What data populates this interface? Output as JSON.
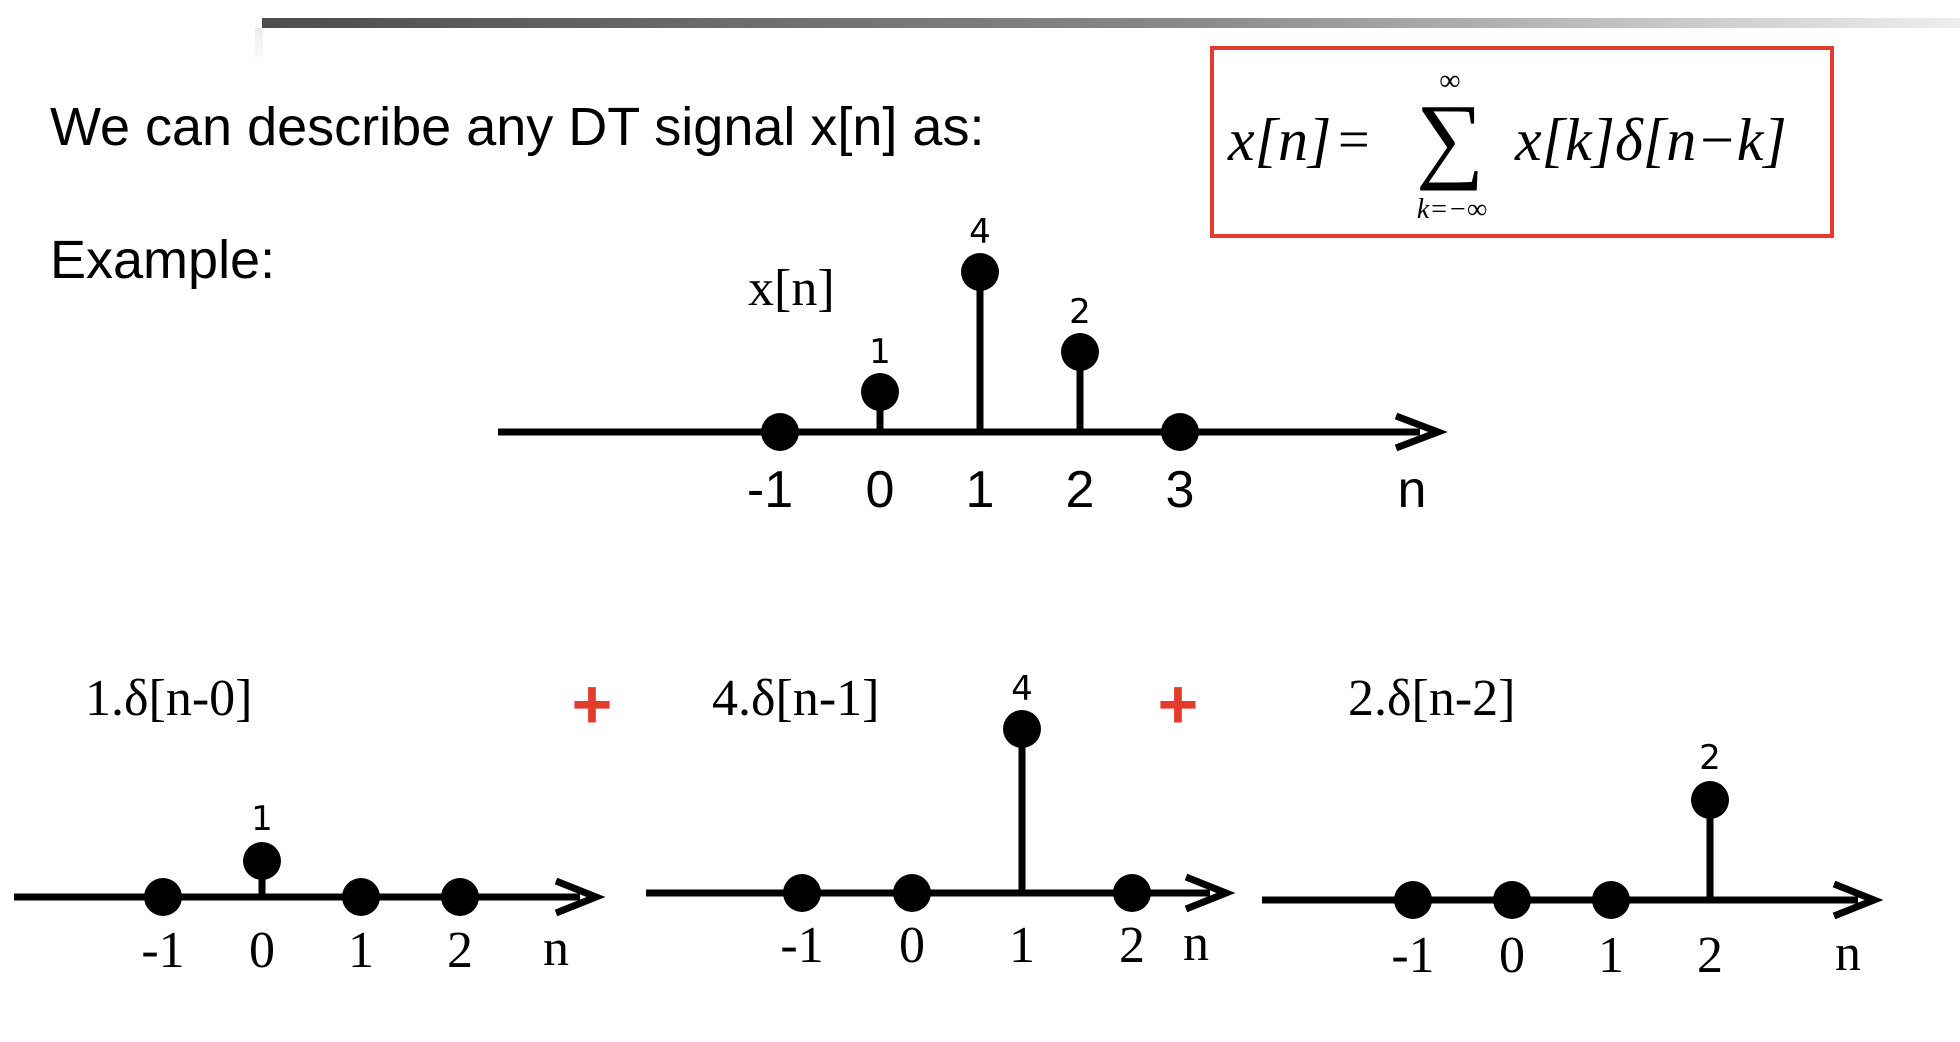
{
  "slide": {
    "intro_text": "We can describe any DT signal x[n] as:",
    "example_label": "Example:",
    "formula": {
      "lhs": "x[n]",
      "equals": "=",
      "sum_symbol": "∑",
      "upper_limit": "∞",
      "lower_limit": "k=−∞",
      "summand": "x[k]δ[n−k]"
    },
    "colors": {
      "text": "#000000",
      "formula_box_border": "#e33b2e",
      "plus": "#e33b2e",
      "rule_dark": "#6b6b6b",
      "rule_light": "#e0e0e0"
    }
  },
  "plots": {
    "main": {
      "title": "x[n]",
      "axis_label": "n",
      "ticks": [
        "-1",
        "0",
        "1",
        "2",
        "3"
      ],
      "points": [
        {
          "n": -1,
          "value": 0,
          "label": ""
        },
        {
          "n": 0,
          "value": 1,
          "label": "1"
        },
        {
          "n": 1,
          "value": 4,
          "label": "4"
        },
        {
          "n": 2,
          "value": 2,
          "label": "2"
        },
        {
          "n": 3,
          "value": 0,
          "label": ""
        }
      ]
    },
    "sub": [
      {
        "title": "1.δ[n-0]",
        "axis_label": "n",
        "ticks": [
          "-1",
          "0",
          "1",
          "2"
        ],
        "points": [
          {
            "n": -1,
            "value": 0,
            "label": ""
          },
          {
            "n": 0,
            "value": 1,
            "label": "1"
          },
          {
            "n": 1,
            "value": 0,
            "label": ""
          },
          {
            "n": 2,
            "value": 0,
            "label": ""
          }
        ]
      },
      {
        "title": "4.δ[n-1]",
        "axis_label": "n",
        "ticks": [
          "-1",
          "0",
          "1",
          "2"
        ],
        "points": [
          {
            "n": -1,
            "value": 0,
            "label": ""
          },
          {
            "n": 0,
            "value": 0,
            "label": ""
          },
          {
            "n": 1,
            "value": 4,
            "label": "4"
          },
          {
            "n": 2,
            "value": 0,
            "label": ""
          }
        ]
      },
      {
        "title": "2.δ[n-2]",
        "axis_label": "n",
        "ticks": [
          "-1",
          "0",
          "1",
          "2"
        ],
        "points": [
          {
            "n": -1,
            "value": 0,
            "label": ""
          },
          {
            "n": 0,
            "value": 0,
            "label": ""
          },
          {
            "n": 1,
            "value": 0,
            "label": ""
          },
          {
            "n": 2,
            "value": 2,
            "label": "2"
          }
        ]
      }
    ],
    "plus_signs": [
      "+",
      "+"
    ]
  }
}
